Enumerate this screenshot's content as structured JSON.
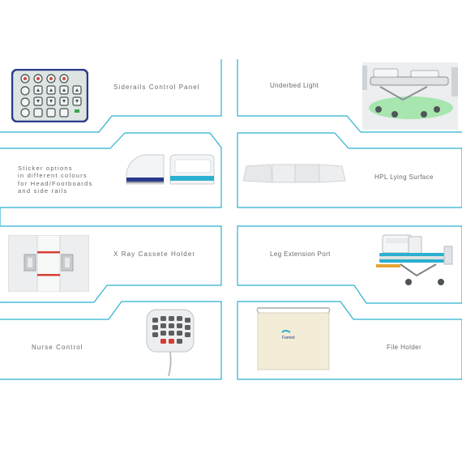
{
  "brand_color": "#2bb0cf",
  "features": [
    {
      "label": "Siderails Control Panel",
      "icon": "siderail-control-panel-image"
    },
    {
      "label": "Underbed Light",
      "icon": "underbed-light-bed-image"
    },
    {
      "label": "Sticker options\nin different colours\nfor Head/Footboards\nand side rails",
      "icon": "head-footboard-sticker-image"
    },
    {
      "label": "HPL Lying Surface",
      "icon": "hpl-surface-panels-image"
    },
    {
      "label": "X Ray Cassete Holder",
      "icon": "xray-cassette-holder-image"
    },
    {
      "label": "Leg Extension Port",
      "icon": "leg-extension-bed-image"
    },
    {
      "label": "Nurse Control",
      "icon": "nurse-control-handset-image"
    },
    {
      "label": "File Holder",
      "icon": "file-holder-image"
    }
  ],
  "file_holder_logo_text": "Famed"
}
